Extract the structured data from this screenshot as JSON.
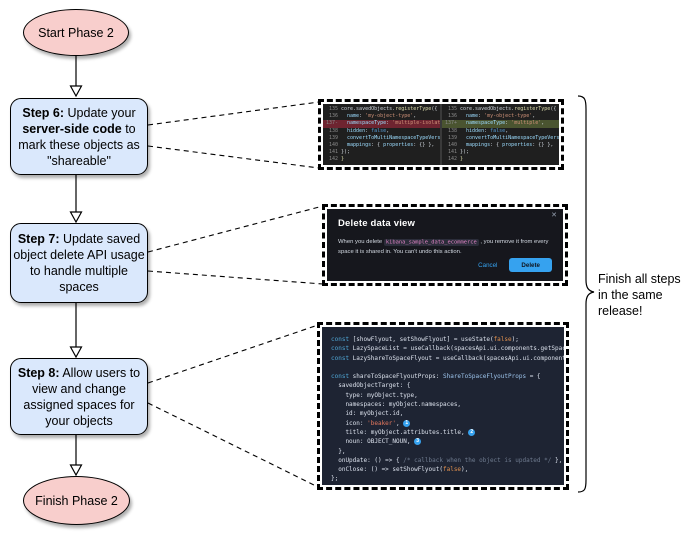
{
  "flowchart": {
    "start_label": "Start Phase 2",
    "finish_label": "Finish Phase 2",
    "steps": [
      {
        "id": "step6",
        "segments": [
          {
            "t": "Step 6:",
            "b": true
          },
          {
            "t": " Update your ",
            "b": false
          },
          {
            "t": "server-side code",
            "b": true
          },
          {
            "t": " to mark these objects as \"shareable\"",
            "b": false
          }
        ]
      },
      {
        "id": "step7",
        "segments": [
          {
            "t": "Step 7:",
            "b": true
          },
          {
            "t": " Update saved object delete API usage to handle multiple spaces",
            "b": false
          }
        ]
      },
      {
        "id": "step8",
        "segments": [
          {
            "t": "Step 8:",
            "b": true
          },
          {
            "t": " Allow users to view and change assigned spaces for your objects",
            "b": false
          }
        ]
      }
    ],
    "note": "Finish all steps in the same release!"
  },
  "colors": {
    "node_pink": "#f8cecc",
    "node_blue": "#dae8fc",
    "accent_blue": "#36a2ef",
    "diff_removed_bg": "#6e2430",
    "diff_added_bg": "#4a5430"
  },
  "diff_screenshot": {
    "panes": [
      {
        "lines": [
          {
            "num": "135",
            "mark": "",
            "hl": "",
            "tokens": [
              {
                "c": "d",
                "t": "core.savedObjects."
              },
              {
                "c": "y",
                "t": "registerType"
              },
              {
                "c": "d",
                "t": "({"
              }
            ]
          },
          {
            "num": "136",
            "mark": "",
            "hl": "",
            "tokens": [
              {
                "c": "p",
                "t": "  name"
              },
              {
                "c": "d",
                "t": ": "
              },
              {
                "c": "s",
                "t": "'my-object-type'"
              },
              {
                "c": "d",
                "t": ","
              }
            ]
          },
          {
            "num": "137",
            "mark": "-",
            "hl": "rem",
            "tokens": [
              {
                "c": "p",
                "t": "  namespaceType"
              },
              {
                "c": "d",
                "t": ": "
              },
              {
                "c": "s",
                "t": "'multiple-isolated'"
              },
              {
                "c": "d",
                "t": ","
              }
            ]
          },
          {
            "num": "138",
            "mark": "",
            "hl": "",
            "tokens": [
              {
                "c": "p",
                "t": "  hidden"
              },
              {
                "c": "d",
                "t": ": "
              },
              {
                "c": "b",
                "t": "false"
              },
              {
                "c": "d",
                "t": ","
              }
            ]
          },
          {
            "num": "139",
            "mark": "",
            "hl": "",
            "tokens": [
              {
                "c": "p",
                "t": "  convertToMultiNamespaceTypeVersion"
              },
              {
                "c": "d",
                "t": ": "
              },
              {
                "c": "s",
                "t": "'"
              }
            ]
          },
          {
            "num": "140",
            "mark": "",
            "hl": "",
            "tokens": [
              {
                "c": "p",
                "t": "  mappings"
              },
              {
                "c": "d",
                "t": ": { "
              },
              {
                "c": "p",
                "t": "properties"
              },
              {
                "c": "d",
                "t": ": {} },"
              }
            ]
          },
          {
            "num": "141",
            "mark": "",
            "hl": "",
            "tokens": [
              {
                "c": "d",
                "t": "});"
              }
            ]
          },
          {
            "num": "142",
            "mark": "",
            "hl": "",
            "tokens": [
              {
                "c": "y",
                "t": "}"
              }
            ]
          }
        ]
      },
      {
        "lines": [
          {
            "num": "135",
            "mark": "",
            "hl": "",
            "tokens": [
              {
                "c": "d",
                "t": "core.savedObjects."
              },
              {
                "c": "y",
                "t": "registerType"
              },
              {
                "c": "d",
                "t": "({"
              }
            ]
          },
          {
            "num": "136",
            "mark": "",
            "hl": "",
            "tokens": [
              {
                "c": "p",
                "t": "  name"
              },
              {
                "c": "d",
                "t": ": "
              },
              {
                "c": "s",
                "t": "'my-object-type'"
              },
              {
                "c": "d",
                "t": ","
              }
            ]
          },
          {
            "num": "137",
            "mark": "+",
            "hl": "add",
            "tokens": [
              {
                "c": "p",
                "t": "  namespaceType"
              },
              {
                "c": "d",
                "t": ": "
              },
              {
                "c": "s",
                "t": "'multiple'"
              },
              {
                "c": "d",
                "t": ","
              }
            ]
          },
          {
            "num": "138",
            "mark": "",
            "hl": "",
            "tokens": [
              {
                "c": "p",
                "t": "  hidden"
              },
              {
                "c": "d",
                "t": ": "
              },
              {
                "c": "b",
                "t": "false"
              },
              {
                "c": "d",
                "t": ","
              }
            ]
          },
          {
            "num": "139",
            "mark": "",
            "hl": "",
            "tokens": [
              {
                "c": "p",
                "t": "  convertToMultiNamespaceTypeVersion"
              },
              {
                "c": "d",
                "t": ": "
              },
              {
                "c": "s",
                "t": "'"
              }
            ]
          },
          {
            "num": "140",
            "mark": "",
            "hl": "",
            "tokens": [
              {
                "c": "p",
                "t": "  mappings"
              },
              {
                "c": "d",
                "t": ": { "
              },
              {
                "c": "p",
                "t": "properties"
              },
              {
                "c": "d",
                "t": ": {} },"
              }
            ]
          },
          {
            "num": "141",
            "mark": "",
            "hl": "",
            "tokens": [
              {
                "c": "d",
                "t": "});"
              }
            ]
          },
          {
            "num": "142",
            "mark": "",
            "hl": "",
            "tokens": [
              {
                "c": "y",
                "t": "}"
              }
            ]
          }
        ]
      }
    ]
  },
  "modal_screenshot": {
    "title": "Delete data view",
    "close_icon": "✕",
    "body_segments": [
      {
        "t": "When you delete ",
        "code": false
      },
      {
        "t": "kibana_sample_data_ecommerce",
        "code": true
      },
      {
        "t": " , you remove it from every space it is shared in. You can't undo this action.",
        "code": false
      }
    ],
    "cancel_label": "Cancel",
    "delete_label": "Delete"
  },
  "code_screenshot": {
    "lines": [
      [
        {
          "c": "k",
          "t": "const"
        },
        {
          "c": "d",
          "t": " [showFlyout, setShowFlyout] = useState("
        },
        {
          "c": "b",
          "t": "false"
        },
        {
          "c": "d",
          "t": ");"
        }
      ],
      [
        {
          "c": "k",
          "t": "const"
        },
        {
          "c": "d",
          "t": " LazySpaceList = useCallback(spacesApi.ui.components.getSpaceLis"
        }
      ],
      [
        {
          "c": "k",
          "t": "const"
        },
        {
          "c": "d",
          "t": " LazyShareToSpaceFlyout = useCallback(spacesApi.ui.components.ge"
        }
      ],
      [],
      [
        {
          "c": "k",
          "t": "const"
        },
        {
          "c": "d",
          "t": " shareToSpaceFlyoutProps: "
        },
        {
          "c": "t",
          "t": "ShareToSpaceFlyoutProps"
        },
        {
          "c": "d",
          "t": " = {"
        }
      ],
      [
        {
          "c": "d",
          "t": "  savedObjectTarget: {"
        }
      ],
      [
        {
          "c": "d",
          "t": "    type: myObject.type,"
        }
      ],
      [
        {
          "c": "d",
          "t": "    namespaces: myObject.namespaces,"
        }
      ],
      [
        {
          "c": "d",
          "t": "    id: myObject.id,"
        }
      ],
      [
        {
          "c": "d",
          "t": "    icon: "
        },
        {
          "c": "s",
          "t": "'beaker'"
        },
        {
          "c": "d",
          "t": ", "
        },
        {
          "c": "badge",
          "t": "1"
        }
      ],
      [
        {
          "c": "d",
          "t": "    title: myObject.attributes.title, "
        },
        {
          "c": "badge",
          "t": "2"
        }
      ],
      [
        {
          "c": "d",
          "t": "    noun: OBJECT_NOUN, "
        },
        {
          "c": "badge",
          "t": "3"
        }
      ],
      [
        {
          "c": "d",
          "t": "  },"
        }
      ],
      [
        {
          "c": "d",
          "t": "  onUpdate: () => { "
        },
        {
          "c": "c",
          "t": "/* callback when the object is updated */"
        },
        {
          "c": "d",
          "t": " },"
        }
      ],
      [
        {
          "c": "d",
          "t": "  onClose: () => setShowFlyout("
        },
        {
          "c": "b",
          "t": "false"
        },
        {
          "c": "d",
          "t": "),"
        }
      ],
      [
        {
          "c": "d",
          "t": "};"
        }
      ]
    ]
  }
}
